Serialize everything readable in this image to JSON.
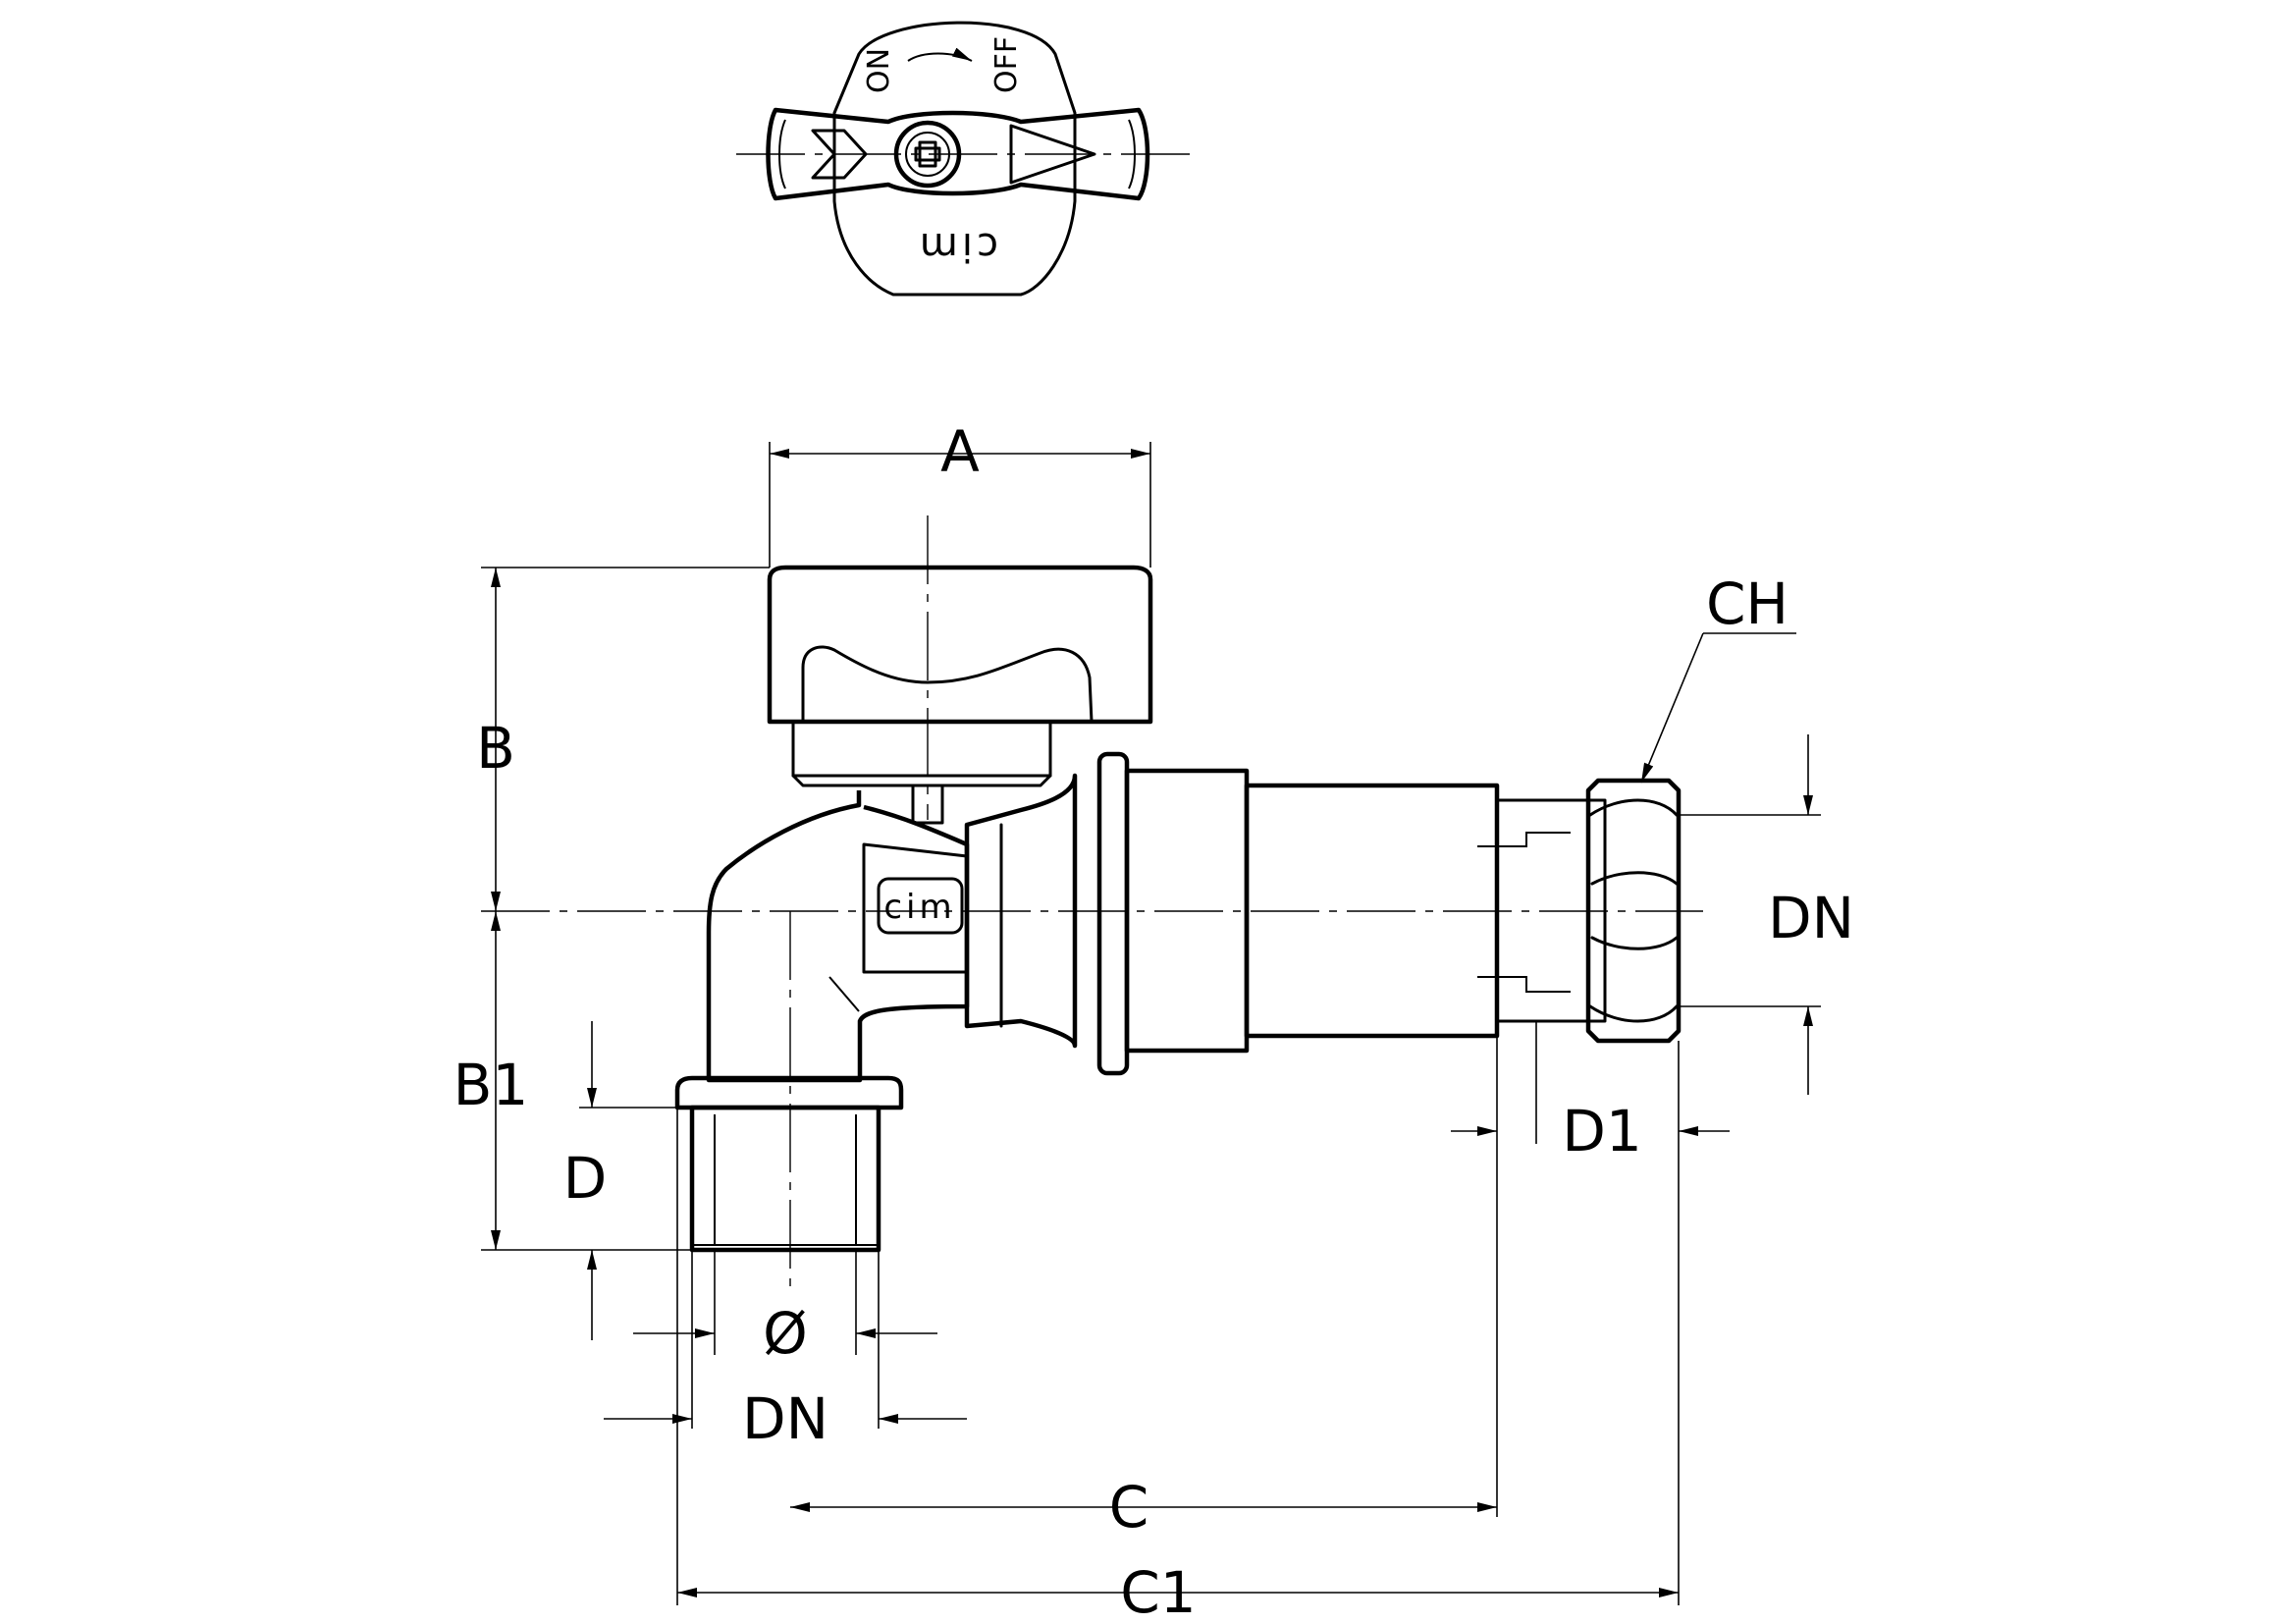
{
  "dimensions": {
    "A": "A",
    "B": "B",
    "B1": "B1",
    "D": "D",
    "D1": "D1",
    "C": "C",
    "C1": "C1",
    "CH": "CH",
    "DN_right": "DN",
    "DN_bottom": "DN",
    "diameter": "Ø"
  },
  "handle_markings": {
    "on": "ON",
    "off": "OFF",
    "brand_top": "cim",
    "brand_body": "cim"
  }
}
